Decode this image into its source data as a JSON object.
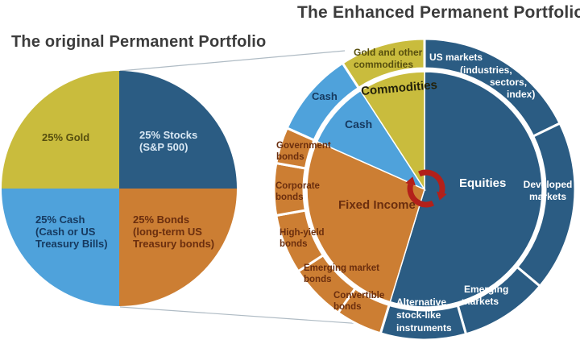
{
  "titles": {
    "left": "The original Permanent Portfolio",
    "right": "The Enhanced Permanent Portfolio"
  },
  "colors": {
    "dark_blue": "#2B5C83",
    "light_blue": "#4FA2DB",
    "orange": "#CC7E33",
    "yellow": "#C9BC3D",
    "red_icon": "#B3201A",
    "title_text": "#3C3C3C",
    "connector_line": "#AFBBC4"
  },
  "chart_data": [
    {
      "type": "pie",
      "title": "The original Permanent Portfolio",
      "slices": [
        {
          "label": "25% Stocks (S&P 500)",
          "value": 25,
          "color": "#2B5C83",
          "text_color": "#D9E8F4"
        },
        {
          "label": "25% Bonds (long-term US Treasury bonds)",
          "value": 25,
          "color": "#CC7E33",
          "text_color": "#6B2E0E"
        },
        {
          "label": "25% Cash (Cash or US Treasury Bills)",
          "value": 25,
          "color": "#4FA2DB",
          "text_color": "#16395F"
        },
        {
          "label": "25% Gold",
          "value": 25,
          "color": "#C9BC3D",
          "text_color": "#574F0E"
        }
      ]
    },
    {
      "type": "sunburst",
      "title": "The Enhanced Permanent Portfolio",
      "inner_ring": [
        {
          "label": "Equities",
          "angle_start": 0,
          "angle_end": 197,
          "share_pct": 54.7,
          "color": "#2B5C83"
        },
        {
          "label": "Fixed Income",
          "angle_start": 197,
          "angle_end": 294,
          "share_pct": 26.9,
          "color": "#CC7E33"
        },
        {
          "label": "Cash",
          "angle_start": 294,
          "angle_end": 327,
          "share_pct": 9.2,
          "color": "#4FA2DB"
        },
        {
          "label": "Commodities",
          "angle_start": 327,
          "angle_end": 360,
          "share_pct": 9.2,
          "color": "#C9BC3D"
        }
      ],
      "outer_ring": [
        {
          "label": "US markets (industries, sectors, index)",
          "parent": "Equities",
          "angle_start": 0,
          "angle_end": 64,
          "color": "#2B5C83"
        },
        {
          "label": "Developed markets",
          "parent": "Equities",
          "angle_start": 64,
          "angle_end": 130,
          "color": "#2B5C83"
        },
        {
          "label": "Emerging markets",
          "parent": "Equities",
          "angle_start": 130,
          "angle_end": 164,
          "color": "#2B5C83"
        },
        {
          "label": "Alternative stock-like instruments",
          "parent": "Equities",
          "angle_start": 164,
          "angle_end": 197,
          "color": "#2B5C83"
        },
        {
          "label": "Convertible bonds",
          "parent": "Fixed Income",
          "angle_start": 197,
          "angle_end": 215,
          "color": "#CC7E33"
        },
        {
          "label": "Emerging market bonds",
          "parent": "Fixed Income",
          "angle_start": 215,
          "angle_end": 237,
          "color": "#CC7E33"
        },
        {
          "label": "High-yield bonds",
          "parent": "Fixed Income",
          "angle_start": 237,
          "angle_end": 260,
          "color": "#CC7E33"
        },
        {
          "label": "Corporate bonds",
          "parent": "Fixed Income",
          "angle_start": 260,
          "angle_end": 280,
          "color": "#CC7E33"
        },
        {
          "label": "Government bonds",
          "parent": "Fixed Income",
          "angle_start": 280,
          "angle_end": 294,
          "color": "#CC7E33"
        },
        {
          "label": "Cash",
          "parent": "Cash",
          "angle_start": 294,
          "angle_end": 327,
          "color": "#4FA2DB"
        },
        {
          "label": "Gold and other commodities",
          "parent": "Commodities",
          "angle_start": 327,
          "angle_end": 360,
          "color": "#C9BC3D"
        }
      ],
      "center_icon": "cycle-arrows-icon"
    }
  ],
  "labels": {
    "gold": [
      "25% Gold"
    ],
    "stocks": [
      "25% Stocks",
      "(S&P 500)"
    ],
    "cash_left": [
      "25% Cash",
      "(Cash or US",
      "Treasury Bills)"
    ],
    "bonds_left": [
      "25% Bonds",
      "(long-term US",
      "Treasury bonds)"
    ],
    "gold_other": [
      "Gold and other",
      "commodities"
    ],
    "commodities": [
      "Commodities"
    ],
    "cash_outer": [
      "Cash"
    ],
    "cash_inner": [
      "Cash"
    ],
    "government": [
      "Government",
      "bonds"
    ],
    "corporate": [
      "Corporate",
      "bonds"
    ],
    "high_yield": [
      "High-yield",
      "bonds"
    ],
    "em_bonds": [
      "Emerging market",
      "bonds"
    ],
    "convertible": [
      "Convertible",
      "bonds"
    ],
    "fixed_income": [
      "Fixed Income"
    ],
    "equities": [
      "Equities"
    ],
    "us_markets": [
      "US markets",
      "(industries,",
      "sectors,",
      "index)"
    ],
    "developed": [
      "Developed",
      "markets"
    ],
    "emerging": [
      "Emerging",
      "markets"
    ],
    "alternative": [
      "Alternative",
      "stock-like",
      "instruments"
    ]
  }
}
